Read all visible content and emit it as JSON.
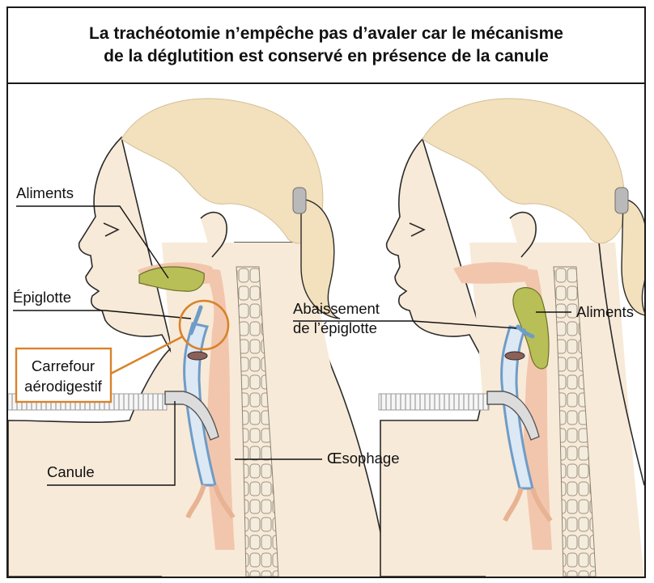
{
  "title": {
    "line1": "La trachéotomie n’empêche pas d’avaler car le mécanisme",
    "line2": "de la déglutition est conservé en présence de la canule"
  },
  "labels": {
    "aliments_left": "Aliments",
    "epiglotte": "Épiglotte",
    "carrefour_line1": "Carrefour",
    "carrefour_line2": "aérodigestif",
    "canule": "Canule",
    "oesophage": "Œsophage",
    "abaissement_line1": "Abaissement",
    "abaissement_line2": "de l’épiglotte",
    "aliments_right": "Aliments"
  },
  "colors": {
    "skin": "#f8ead8",
    "hair": "#f3e0bc",
    "hair_shadow": "#e9d2a5",
    "outline": "#2a2a2a",
    "airway": "#f2c6ad",
    "throat": "#e8b394",
    "food": "#b7bf56",
    "trachea_blue": "#6f9cc7",
    "cannula": "#dcdcdc",
    "spine": "#efe6d6",
    "callout_orange": "#d9822b"
  }
}
